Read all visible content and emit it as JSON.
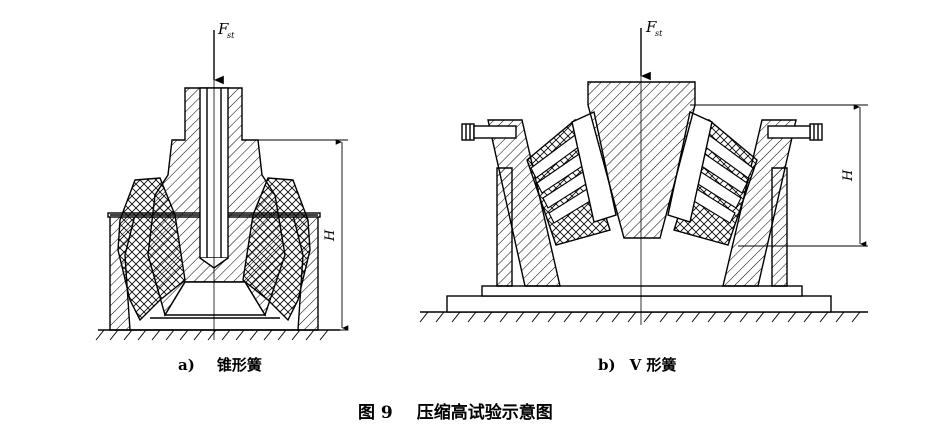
{
  "figure": {
    "caption_number": "图 9",
    "caption_title": "压缩高试验示意图"
  },
  "panel_a": {
    "label": "a)",
    "name": "锥形簧",
    "force_symbol": "F",
    "force_subscript": "st",
    "height_label": "H"
  },
  "panel_b": {
    "label": "b)",
    "name": "V 形簧",
    "force_symbol": "F",
    "force_subscript": "st",
    "height_label": "H"
  },
  "colors": {
    "ink": "#000000",
    "background": "#ffffff"
  }
}
